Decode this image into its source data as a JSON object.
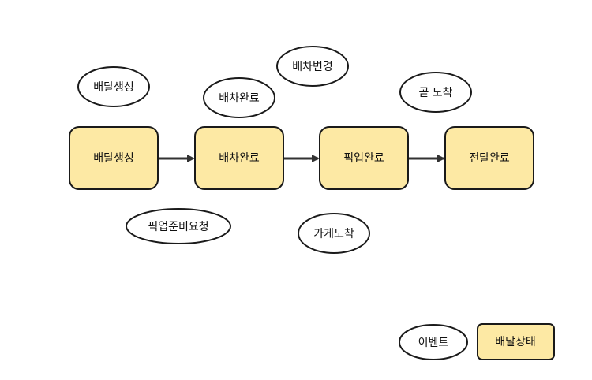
{
  "states": [
    {
      "id": "s1",
      "label": "배달생성"
    },
    {
      "id": "s2",
      "label": "배차완료"
    },
    {
      "id": "s3",
      "label": "픽업완료"
    },
    {
      "id": "s4",
      "label": "전달완료"
    }
  ],
  "events": [
    {
      "id": "e1",
      "label": "배달생성"
    },
    {
      "id": "e2",
      "label": "배차완료"
    },
    {
      "id": "e3",
      "label": "배차변경"
    },
    {
      "id": "e4",
      "label": "곧 도착"
    },
    {
      "id": "e5",
      "label": "픽업준비요청"
    },
    {
      "id": "e6",
      "label": "가게도착"
    }
  ],
  "transitions": [
    {
      "from": "s1",
      "to": "s2"
    },
    {
      "from": "s2",
      "to": "s3"
    },
    {
      "from": "s3",
      "to": "s4"
    }
  ],
  "legend": {
    "event_label": "이벤트",
    "state_label": "배달상태"
  },
  "colors": {
    "state_fill": "#FDE9A4",
    "stroke": "#1a1a1a",
    "event_fill": "#ffffff",
    "arrow": "#333333"
  }
}
